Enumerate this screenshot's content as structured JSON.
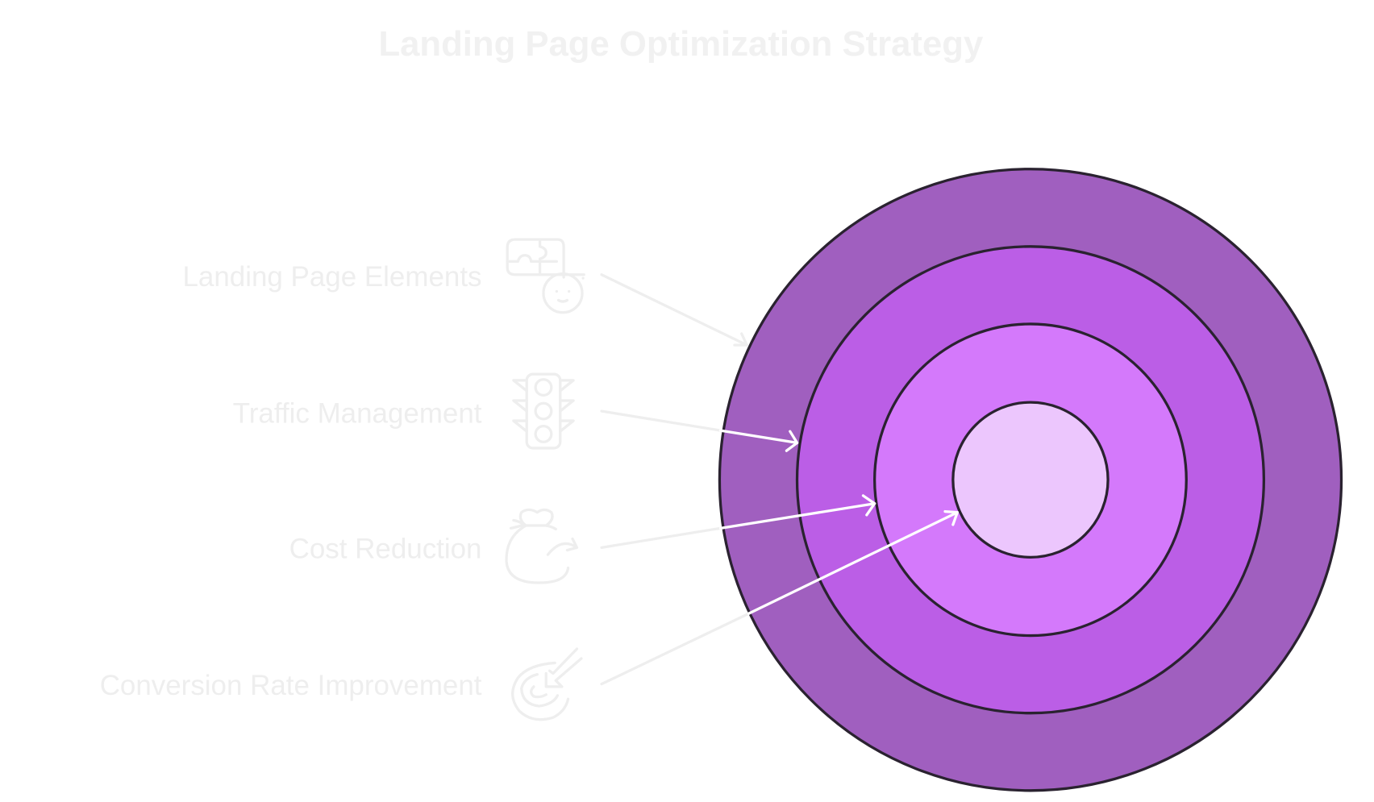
{
  "title": "Landing Page Optimization Strategy",
  "items": [
    {
      "label": "Landing Page Elements",
      "icon": "puzzle-face-icon"
    },
    {
      "label": "Traffic Management",
      "icon": "traffic-light-icon"
    },
    {
      "label": "Cost Reduction",
      "icon": "money-bag-arrow-icon"
    },
    {
      "label": "Conversion Rate Improvement",
      "icon": "target-arrow-icon"
    }
  ],
  "colors": {
    "ring_outer": "#a05fbf",
    "ring_2": "#bb5ee6",
    "ring_3": "#d479fb",
    "ring_inner": "#ecc6fd",
    "outline": "#2a2230",
    "text": "#eeeeee"
  }
}
